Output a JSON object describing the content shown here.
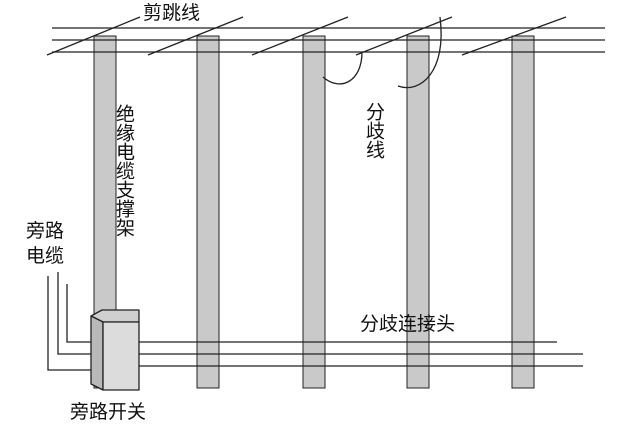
{
  "labels": {
    "jumper_wire": "剪跳线",
    "support_rack": "绝缘电缆支撑架",
    "branch_wire": "分歧线",
    "bypass_cable_line1": "旁路",
    "bypass_cable_line2": "电缆",
    "branch_connector": "分歧连接头",
    "bypass_switch": "旁路开关"
  },
  "colors": {
    "line": "#222222",
    "post_fill": "#c9c9c9",
    "switch_fill": "#dcdcdc",
    "text": "#111111"
  }
}
